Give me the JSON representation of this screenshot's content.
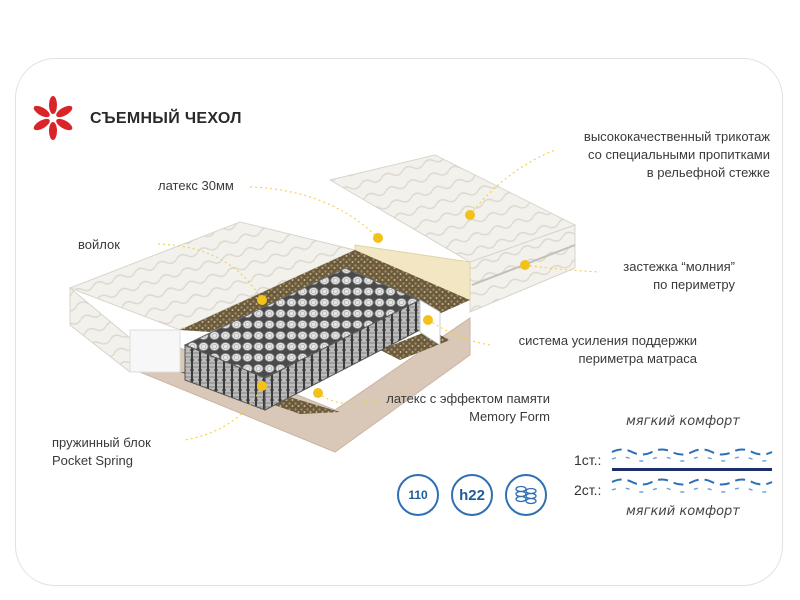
{
  "brand": {
    "title": "СЪЕМНЫЙ ЧЕХОЛ",
    "logo_icon": "red-asterisk-icon",
    "accent": "#d9242a"
  },
  "layers": {
    "latex_top": "латекс 30мм",
    "felt": "войлок",
    "spring_block": {
      "line1": "пружинный блок",
      "line2": "Pocket Spring"
    },
    "memory": {
      "line1": "латекс с эффектом памяти",
      "line2": "Memory Form"
    }
  },
  "features": {
    "cover": {
      "line1": "высококачественный трикотаж",
      "line2": "со специальными пропитками",
      "line3": "в рельефной стежке"
    },
    "zipper": {
      "line1": "застежка “молния”",
      "line2": "по периметру"
    },
    "support": {
      "line1": "система усиления поддержки",
      "line2": "периметра матраса"
    }
  },
  "firmness": {
    "side1_label": "1ст.:",
    "side2_label": "2ст.:",
    "side1_feel": "мягкий комфорт",
    "side2_feel": "мягкий комфорт",
    "wave_color": "#2a6fb8",
    "divider_color": "#1b2f6b"
  },
  "badges": [
    {
      "icon": "weight-limit-icon",
      "text": "110"
    },
    {
      "icon": "height-icon",
      "text": "h22"
    },
    {
      "icon": "pocket-spring-icon",
      "text": ""
    }
  ],
  "colors": {
    "callout_dot": "#f2c21a",
    "callout_line": "#f2cf4a"
  }
}
